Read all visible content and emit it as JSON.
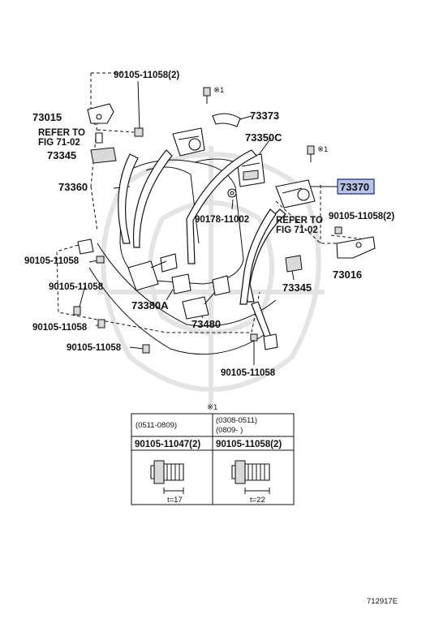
{
  "parts": {
    "p90105_11058_2_top": "90105-11058(2)",
    "p73015": "73015",
    "refer_fig_left_1": "REFER TO",
    "refer_fig_left_2": "FIG 71-02",
    "p73345_left": "73345",
    "p73360": "73360",
    "p73373": "73373",
    "p73350C": "73350C",
    "p73370": "73370",
    "p90178_11002": "90178-11002",
    "refer_fig_right_1": "REFER TO",
    "refer_fig_right_2": "FIG 71-02",
    "p90105_11058_2_right": "90105-11058(2)",
    "p73016": "73016",
    "p73345_right": "73345",
    "p90105_11058_l1": "90105-11058",
    "p90105_11058_l2": "90105-11058",
    "p90105_11058_l3": "90105-11058",
    "p90105_11058_l4": "90105-11058",
    "p73380A": "73380A",
    "p73480": "73480",
    "p90105_11058_bottom": "90105-11058"
  },
  "note_marks": {
    "mark_1a": "※1",
    "mark_1b": "※1",
    "table_mark": "※1"
  },
  "bolt_table": {
    "left_period": "(0511-0809)",
    "right_period_1": "(0308-0511)",
    "right_period_2": "(0809-    )",
    "left_part": "90105-11047(2)",
    "right_part": "90105-11058(2)",
    "left_dim": "t=17",
    "right_dim": "t=22"
  },
  "diagram_code": "712917E",
  "colors": {
    "highlight": "#b7c4e6"
  }
}
